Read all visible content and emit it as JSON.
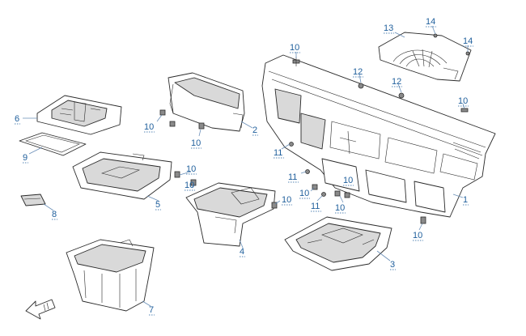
{
  "diagram": {
    "labels": {
      "p1": "1",
      "p2": "2",
      "p3": "3",
      "p4": "4",
      "p5": "5",
      "p6": "6",
      "p7": "7",
      "p8": "8",
      "p9": "9",
      "p10": "10",
      "p11": "11",
      "p12": "12",
      "p13": "13",
      "p14": "14"
    },
    "colors": {
      "callout_text": "#1f5f9c",
      "leader_line": "#6a8fb8",
      "outline": "#2a2a2a",
      "shade": "#d9d9d9"
    },
    "icons": {
      "direction": "front-arrow-icon",
      "fastener": "screw-icon"
    }
  }
}
